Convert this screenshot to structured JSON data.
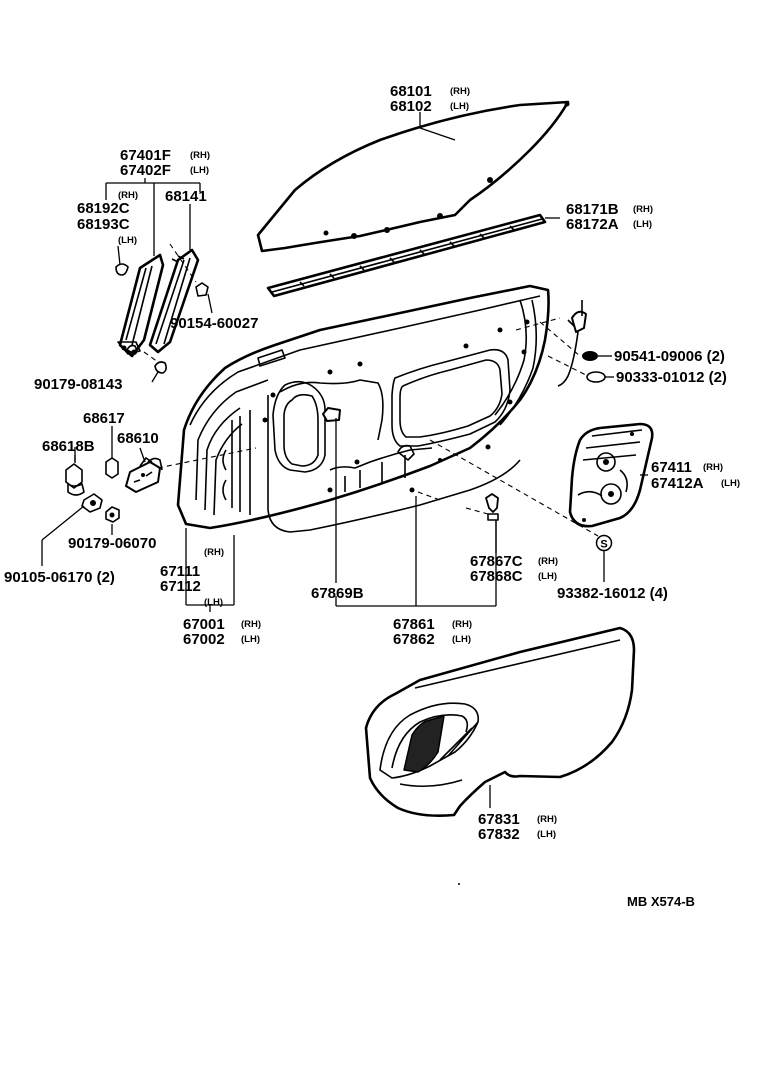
{
  "labels": {
    "p68101": "68101",
    "p68101_side": "(RH)",
    "p68102": "68102",
    "p68102_side": "(LH)",
    "p67401F": "67401F",
    "p67401F_side": "(RH)",
    "p67402F": "67402F",
    "p67402F_side": "(LH)",
    "p68192C_side": "(RH)",
    "p68192C": "68192C",
    "p68193C": "68193C",
    "p68193C_side": "(LH)",
    "p68141": "68141",
    "p68171B": "68171B",
    "p68171B_side": "(RH)",
    "p68172A": "68172A",
    "p68172A_side": "(LH)",
    "p90154": "90154-60027",
    "p90179_08143": "90179-08143",
    "p90541": "90541-09006 (2)",
    "p90333": "90333-01012 (2)",
    "p68617": "68617",
    "p68618B": "68618B",
    "p68610": "68610",
    "p67411": "67411",
    "p67411_side": "(RH)",
    "p67412A": "67412A",
    "p67412A_side": "(LH)",
    "p90179_06070": "90179-06070",
    "p90105": "90105-06170 (2)",
    "p67111_side": "(RH)",
    "p67111": "67111",
    "p67112": "67112",
    "p67112_side": "(LH)",
    "p67867C": "67867C",
    "p67867C_side": "(RH)",
    "p67868C": "67868C",
    "p67868C_side": "(LH)",
    "p67869B": "67869B",
    "p93382": "93382-16012 (4)",
    "p67001": "67001",
    "p67001_side": "(RH)",
    "p67002": "67002",
    "p67002_side": "(LH)",
    "p67861": "67861",
    "p67861_side": "(RH)",
    "p67862": "67862",
    "p67862_side": "(LH)",
    "p67831": "67831",
    "p67831_side": "(RH)",
    "p67832": "67832",
    "p67832_side": "(LH)",
    "symbol_S": "S",
    "ref_code": "MB  X574-B"
  }
}
